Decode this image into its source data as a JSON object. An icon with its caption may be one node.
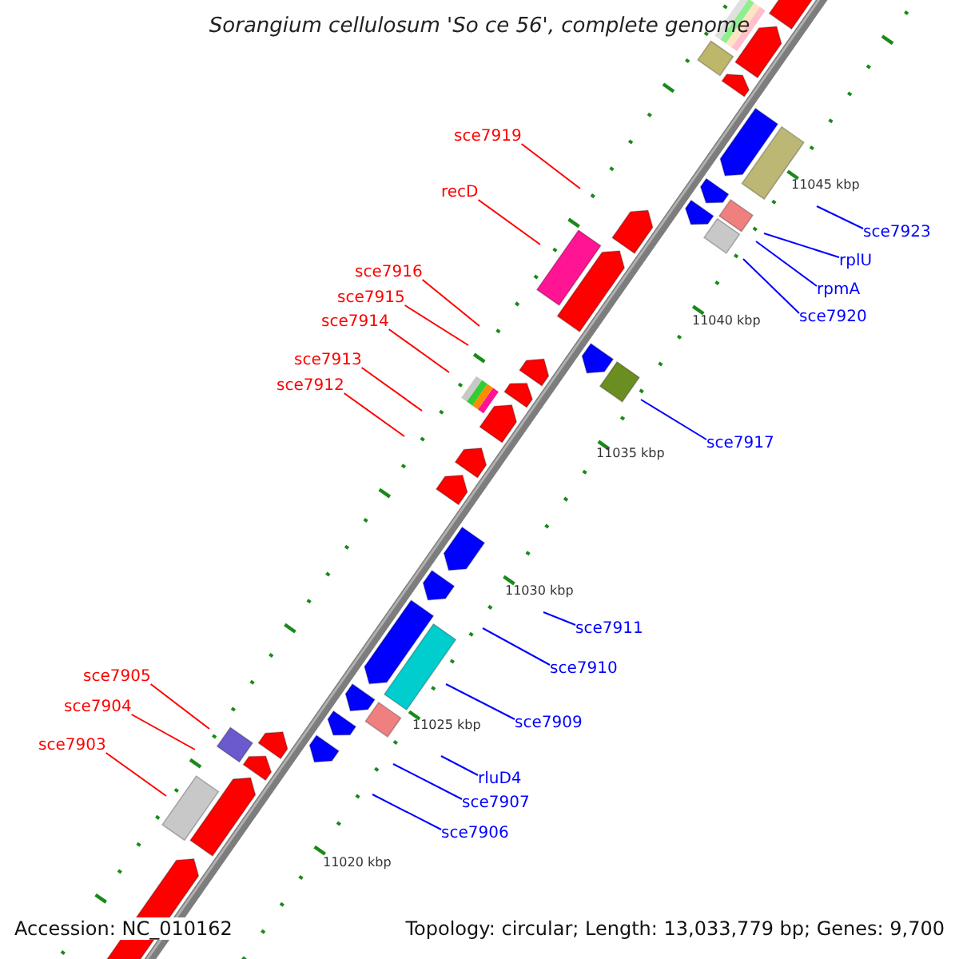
{
  "diagram": {
    "title": "Sorangium cellulosum 'So ce 56', complete genome",
    "nodes": [
      {
        "text": [
          "sce7919"
        ]
      },
      {
        "text": [
          "recD"
        ]
      },
      {
        "text": [
          "sce7923"
        ]
      },
      {
        "text": [
          "rplU"
        ]
      },
      {
        "text": [
          "rpmA"
        ]
      },
      {
        "text": [
          "sce7920"
        ]
      },
      {
        "text": [
          "sce7916"
        ]
      },
      {
        "text": [
          "sce7915"
        ]
      },
      {
        "text": [
          "sce7914"
        ]
      },
      {
        "text": [
          "sce7913"
        ]
      },
      {
        "text": [
          "sce7912"
        ]
      },
      {
        "text": [
          "sce7917"
        ]
      },
      {
        "text": [
          "sce7911"
        ]
      },
      {
        "text": [
          "sce7910"
        ]
      },
      {
        "text": [
          "sce7909"
        ]
      },
      {
        "text": [
          "sce7905"
        ]
      },
      {
        "text": [
          "sce7904"
        ]
      },
      {
        "text": [
          "rluD4"
        ]
      },
      {
        "text": [
          "sce7903"
        ]
      },
      {
        "text": [
          "sce7907"
        ]
      },
      {
        "text": [
          "sce7906"
        ]
      }
    ],
    "edges": [
      {
        "from": 0,
        "to": null,
        "arrow": "none",
        "color": "#ff0000"
      },
      {
        "from": 1,
        "to": null,
        "arrow": "none",
        "color": "#ff0000"
      },
      {
        "from": 2,
        "to": null,
        "arrow": "none"
      },
      {
        "from": 3,
        "to": null,
        "arrow": "none"
      },
      {
        "from": 4,
        "to": null,
        "arrow": "none"
      },
      {
        "from": 5,
        "to": null,
        "arrow": "none"
      },
      {
        "from": 6,
        "to": null,
        "arrow": "none",
        "color": "#ff0000"
      },
      {
        "from": 7,
        "to": null,
        "arrow": "none",
        "color": "#ff0000"
      },
      {
        "from": 8,
        "to": null,
        "arrow": "none",
        "color": "#ff0000"
      },
      {
        "from": 9,
        "to": null,
        "arrow": "none",
        "color": "#ff0000"
      },
      {
        "from": 10,
        "to": null,
        "arrow": "none",
        "color": "#ff0000"
      },
      {
        "from": 11,
        "to": null,
        "arrow": "none"
      },
      {
        "from": 12,
        "to": null,
        "arrow": "none"
      },
      {
        "from": 13,
        "to": null,
        "arrow": "none"
      },
      {
        "from": 14,
        "to": null,
        "arrow": "none"
      },
      {
        "from": 15,
        "to": null,
        "arrow": "none",
        "color": "#ff0000"
      },
      {
        "from": 16,
        "to": null,
        "arrow": "none",
        "color": "#ff0000"
      },
      {
        "from": 17,
        "to": null,
        "arrow": "none"
      },
      {
        "from": 18,
        "to": null,
        "arrow": "none",
        "color": "#ff0000"
      },
      {
        "from": 19,
        "to": null,
        "arrow": "none"
      },
      {
        "from": 20,
        "to": null,
        "arrow": "none"
      }
    ],
    "labels": [
      "11045 kbp",
      "11040 kbp",
      "11035 kbp",
      "11030 kbp",
      "11025 kbp",
      "11020 kbp",
      "Accession: NC_010162",
      "Topology: circular; Length: 13,033,779 bp; Genes: 9,700"
    ]
  }
}
